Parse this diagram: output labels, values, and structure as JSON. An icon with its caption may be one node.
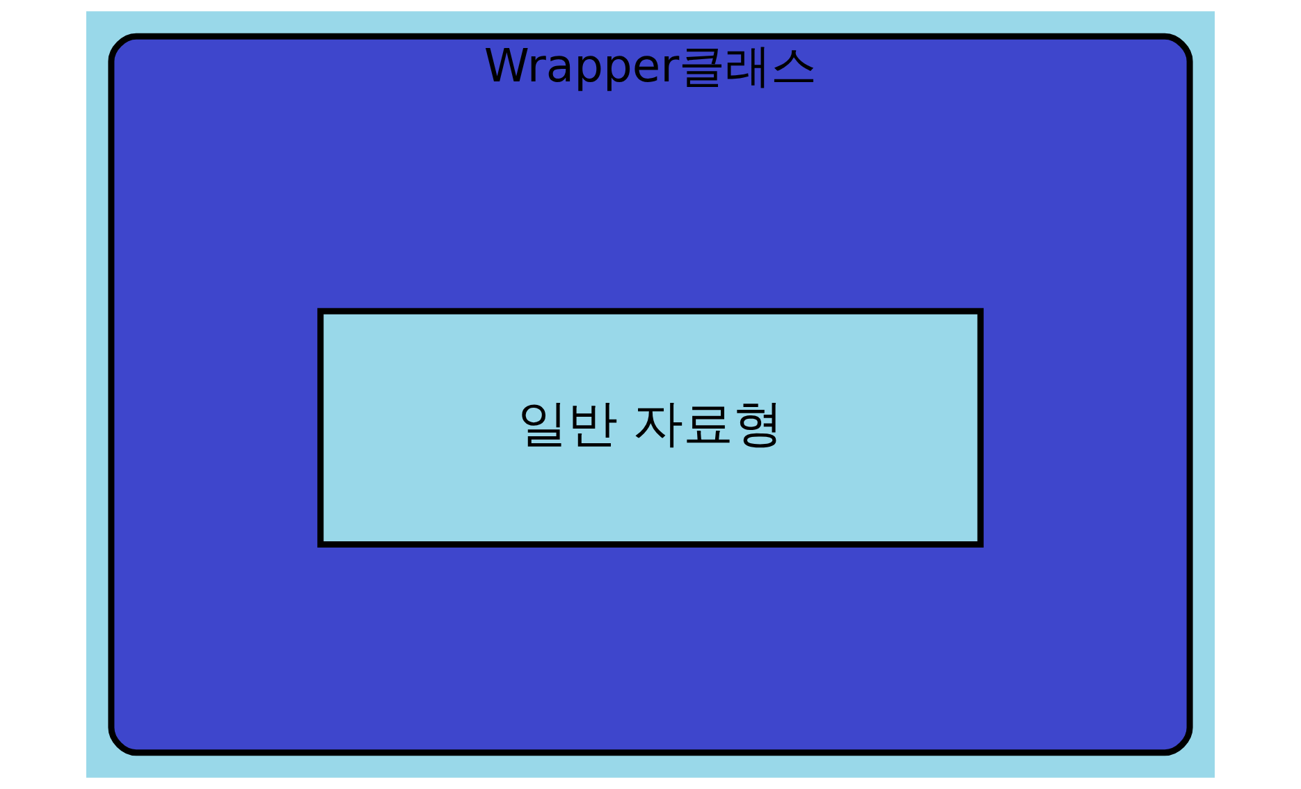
{
  "diagram": {
    "nodes": [
      {
        "text": [
          "Wrapper클래스"
        ]
      },
      {
        "text": [
          "일반 자료형"
        ],
        "in": 0
      }
    ]
  }
}
